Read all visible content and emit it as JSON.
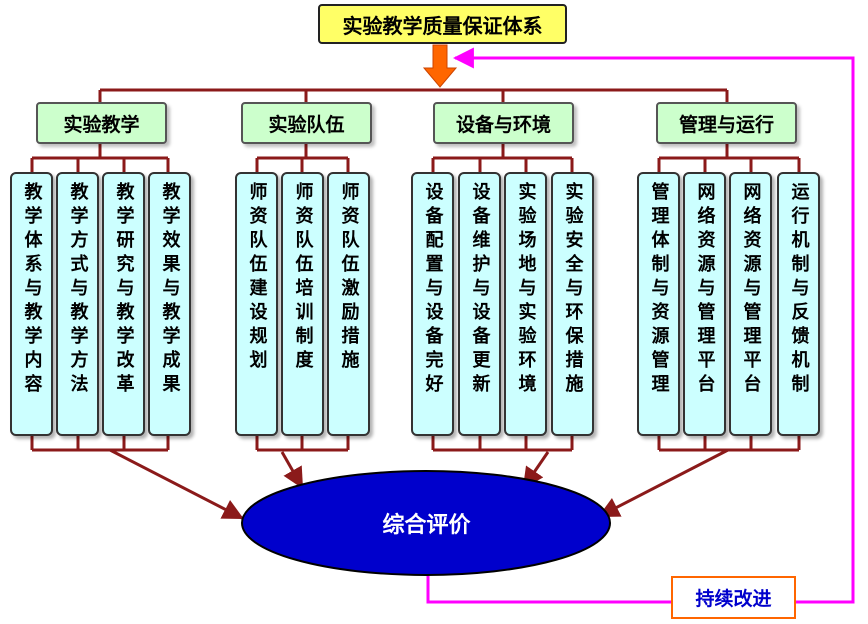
{
  "title": "实验教学质量保证体系",
  "categories": [
    {
      "label": "实验教学",
      "items": [
        "教学体系与教学内容",
        "教学方式与教学方法",
        "教学研究与教学改革",
        "教学效果与教学成果"
      ]
    },
    {
      "label": "实验队伍",
      "items": [
        "师资队伍建设规划",
        "师资队伍培训制度",
        "师资队伍激励措施"
      ]
    },
    {
      "label": "设备与环境",
      "items": [
        "设备配置与设备完好",
        "设备维护与设备更新",
        "实验场地与实验环境",
        "实验安全与环保措施"
      ]
    },
    {
      "label": "管理与运行",
      "items": [
        "管理体制与资源管理",
        "网络资源与管理平台",
        "网络资源与管理平台",
        "运行机制与反馈机制"
      ]
    }
  ],
  "evaluation": "综合评价",
  "improvement": "持续改进",
  "colors": {
    "title_fill": "#ffff66",
    "category_fill": "#ccffcc",
    "item_fill": "#ccffff",
    "evaluation_fill": "#0000cc",
    "connector": "#8b1a1a",
    "feedback": "#ff00ff",
    "arrow_down": "#ff6600",
    "improve_border": "#ff6600",
    "improve_text": "#0000cc"
  }
}
